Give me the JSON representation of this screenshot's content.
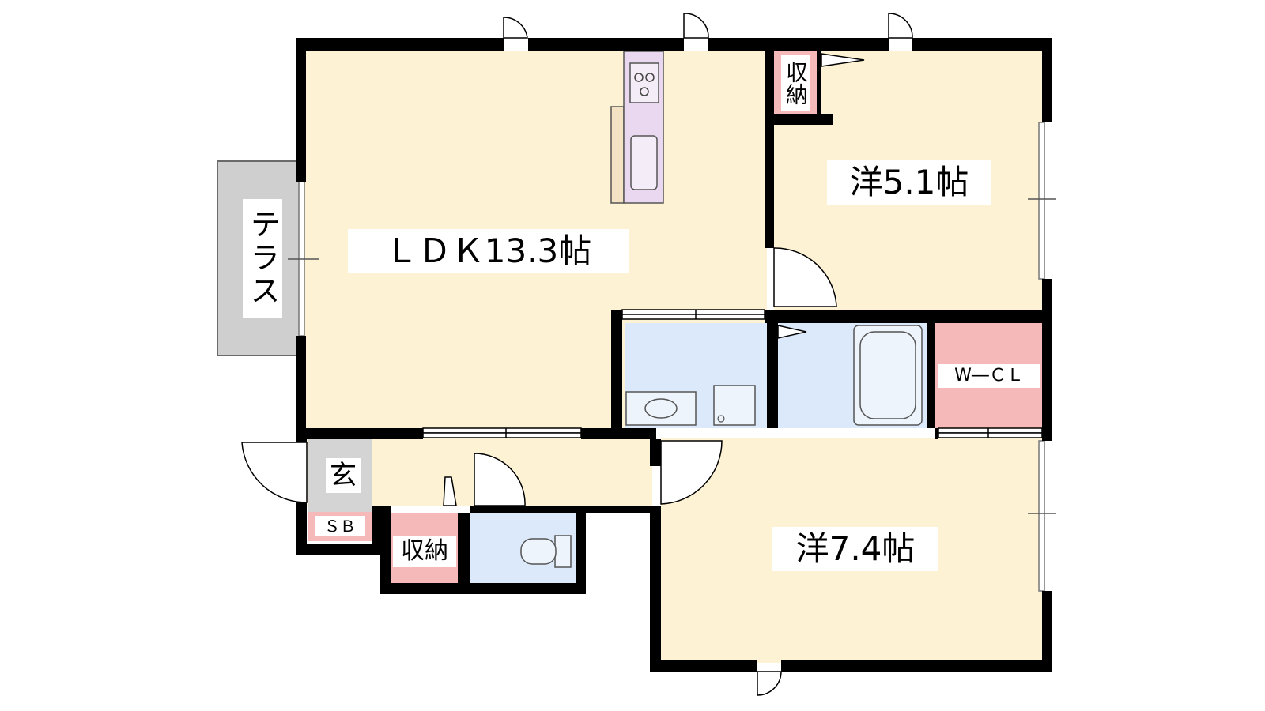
{
  "plan": {
    "rooms": {
      "ldk": "ＬＤＫ13.3帖",
      "western_5_1": "洋5.1帖",
      "western_7_4": "洋7.4帖",
      "terrace": "テラス",
      "entrance": "玄",
      "shoe_box": "ＳＢ",
      "storage_top": "収納",
      "storage_bottom": "収納",
      "walk_in_closet": "W―ＣＬ"
    },
    "colors": {
      "living": "#fdf2d3",
      "wet_area": "#dce9fa",
      "closet": "#f6b9b9",
      "terrace": "#cfcfcf",
      "kitchen": "#e9d8ef",
      "wall": "#000000"
    }
  }
}
